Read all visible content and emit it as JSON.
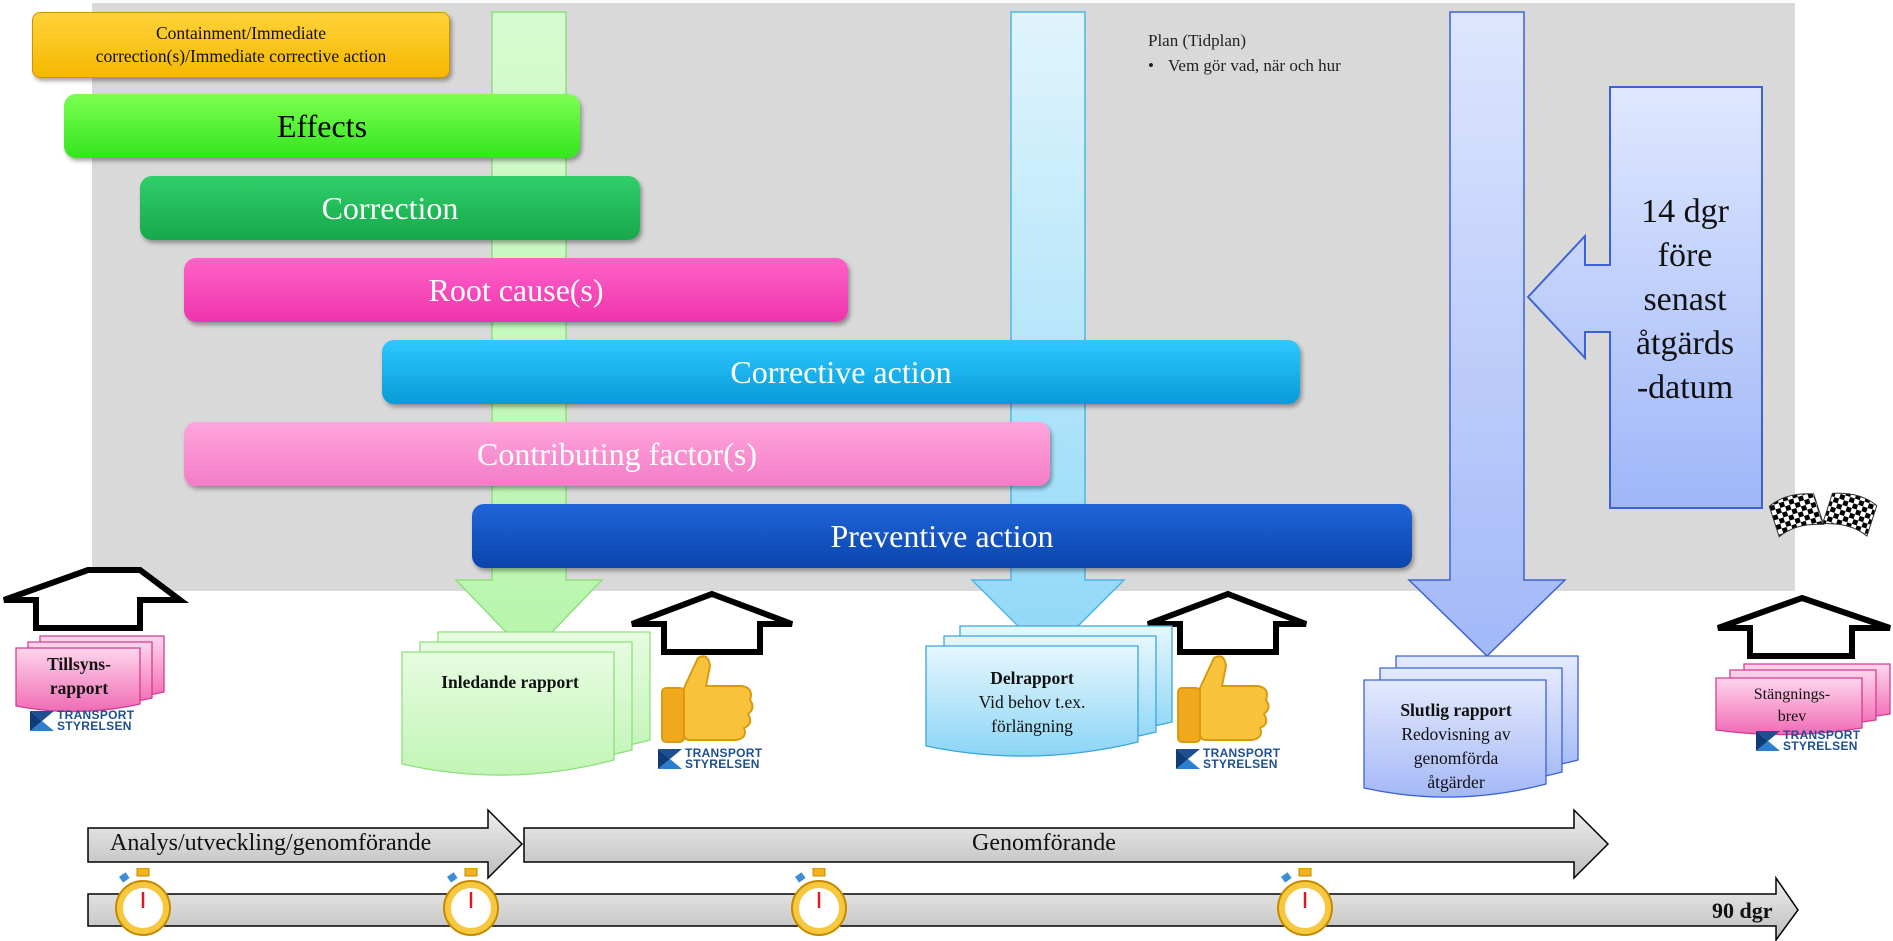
{
  "bars": {
    "containment_line1": "Containment/Immediate",
    "containment_line2": "correction(s)/Immediate corrective action",
    "effects": "Effects",
    "correction": "Correction",
    "root_cause": "Root cause(s)",
    "corrective_action": "Corrective action",
    "contributing_factors": "Contributing factor(s)",
    "preventive_action": "Preventive action"
  },
  "plan": {
    "title": "Plan (Tidplan)",
    "bullet": "Vem gör vad, när och hur"
  },
  "deadline": {
    "line1": "14 dgr",
    "line2": "före",
    "line3": "senast",
    "line4": "åtgärds",
    "line5": "-datum"
  },
  "documents": {
    "tillsyn_line1": "Tillsyns-",
    "tillsyn_line2": "rapport",
    "inledande": "Inledande rapport",
    "delrapport_title": "Delrapport",
    "delrapport_line1": "Vid behov t.ex.",
    "delrapport_line2": "förlängning",
    "slutlig_title": "Slutlig rapport",
    "slutlig_line1": "Redovisning av",
    "slutlig_line2": "genomförda",
    "slutlig_line3": "åtgärder",
    "stangning_line1": "Stängnings-",
    "stangning_line2": "brev"
  },
  "logo": {
    "line1": "TRANSPORT",
    "line2": "STYRELSEN"
  },
  "timeline": {
    "phase1": "Analys/utveckling/genomförande",
    "phase2": "Genomförande",
    "total_days": "90 dgr"
  },
  "colors": {
    "background_panel": "#d9d9d9",
    "effects": "#33e51e",
    "correction": "#17a84a",
    "root_cause": "#ef34ad",
    "corrective_action": "#079bd9",
    "contributing_factors": "#f37cc7",
    "preventive_action": "#0b45ad",
    "containment": "#f6b800",
    "column_green": "#c8f8c0",
    "column_lightblue": "#d0eefa",
    "column_periwinkle": "#b7c8fb"
  },
  "icons": [
    "thumbs-up-icon",
    "stopwatch-icon",
    "checkered-flag-icon",
    "up-arrow-icon",
    "down-arrow-icon",
    "left-arrow-icon"
  ]
}
